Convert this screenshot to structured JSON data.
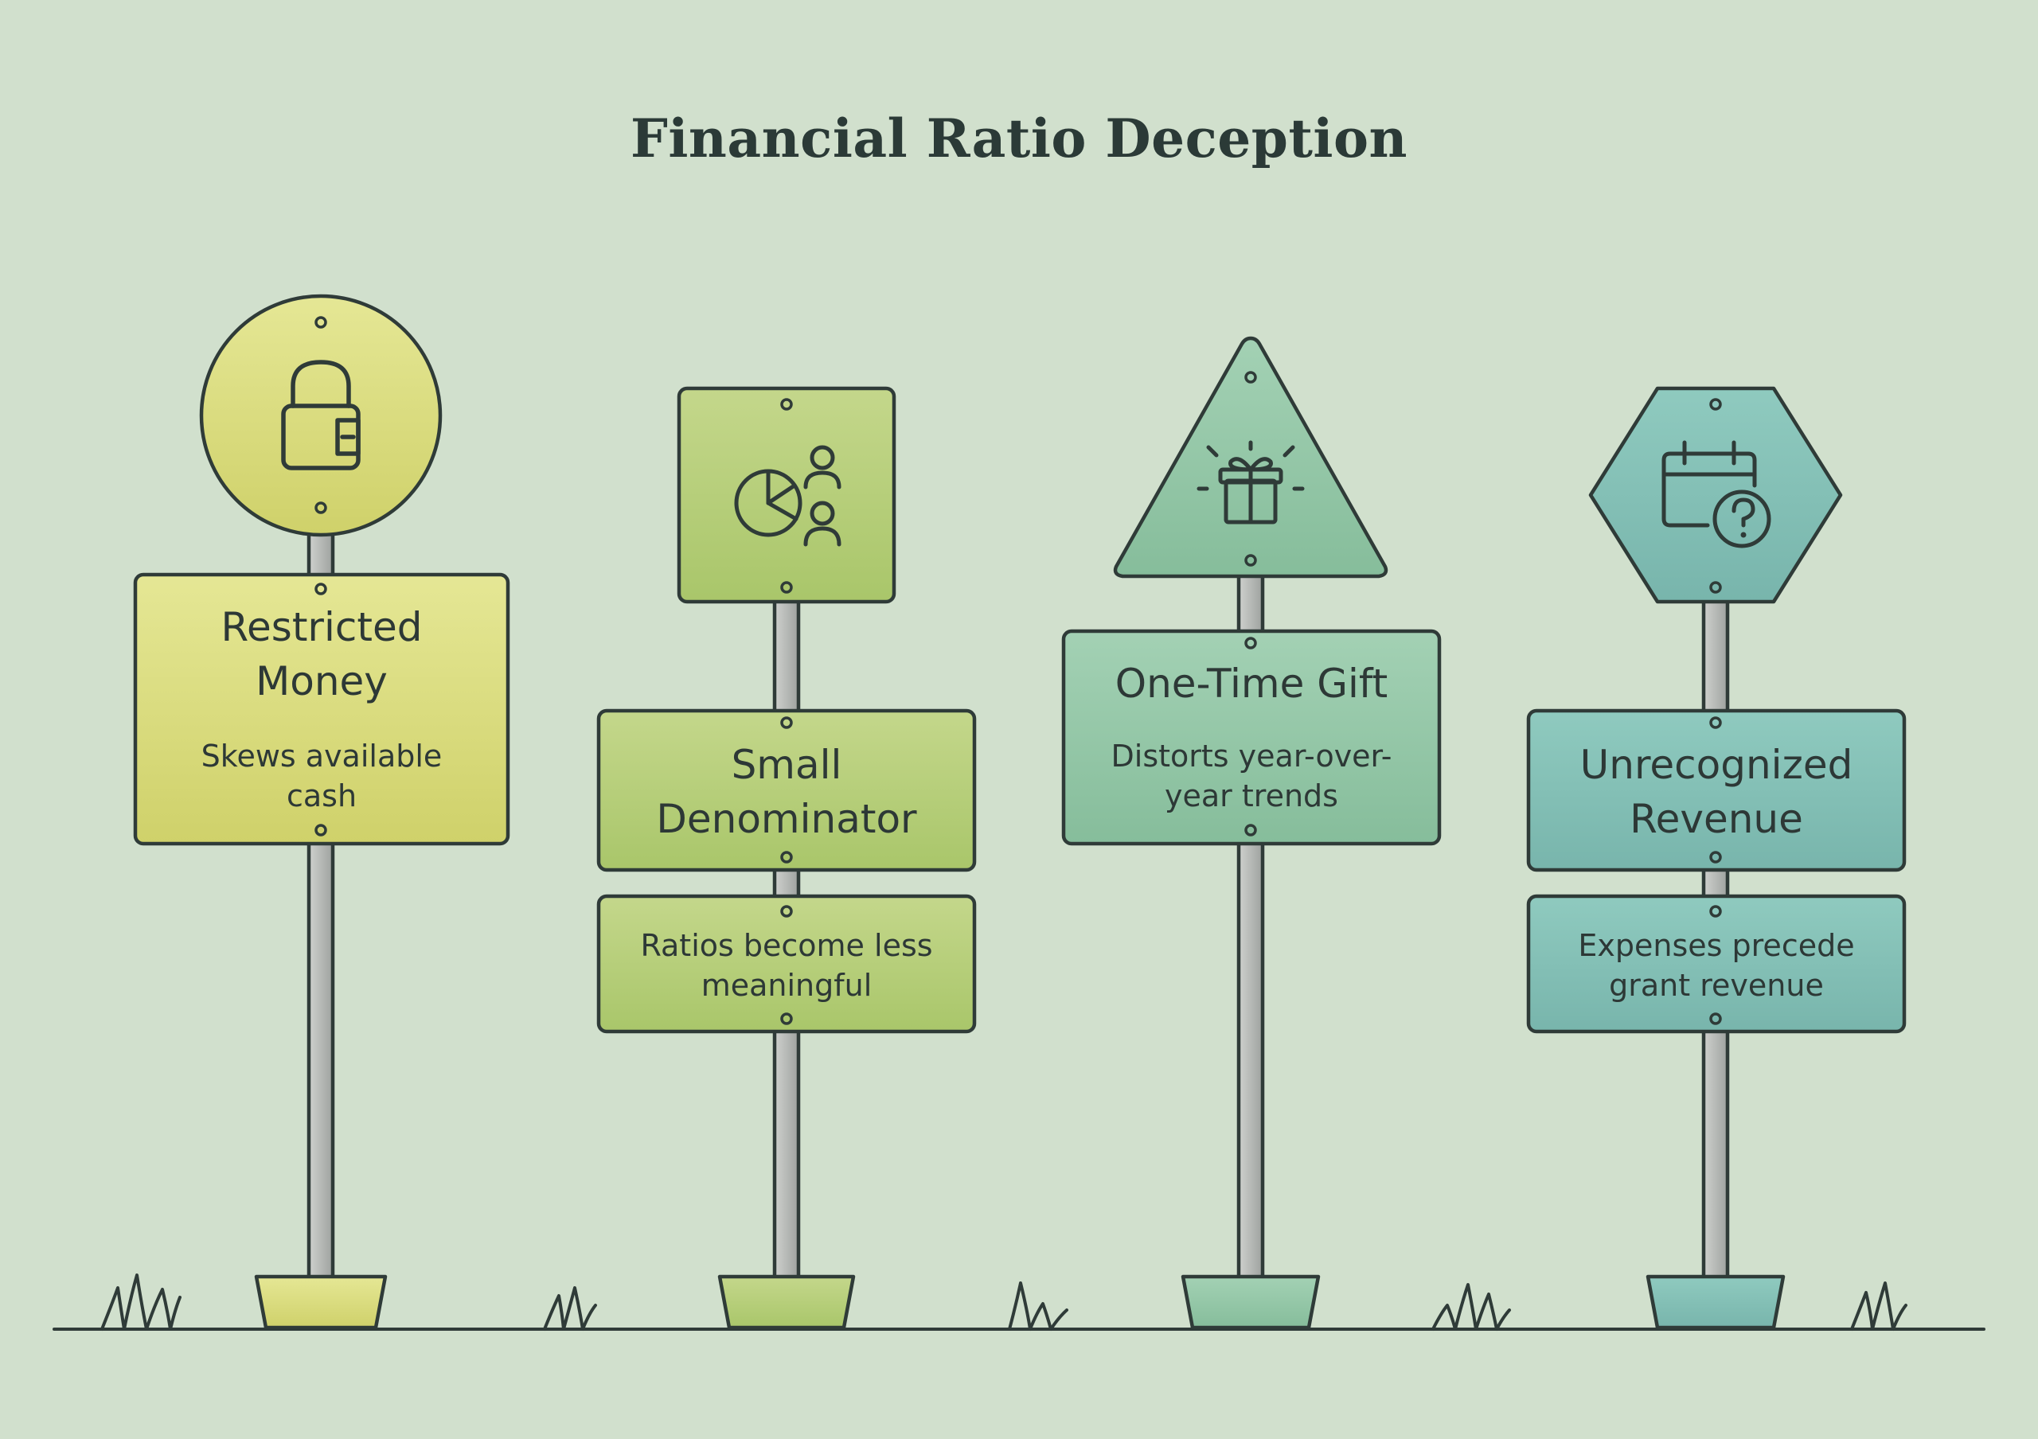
{
  "title": "Financial Ratio Deception",
  "colors": {
    "background": "#d1e0cd",
    "outline": "#2f3b38",
    "pole": "#b9bcb9",
    "yellow": "#dfe18e",
    "lime": "#b9cf7c",
    "mint": "#8fc4a5",
    "teal": "#82bfb6"
  },
  "signs": [
    {
      "heading": "Restricted Money",
      "description": "Skews available cash",
      "shape": "circle",
      "icon": "lock-icon"
    },
    {
      "heading": "Small Denominator",
      "description": "Ratios become less meaningful",
      "shape": "square",
      "icon": "pie-chart-people-icon"
    },
    {
      "heading": "One-Time Gift",
      "description": "Distorts year-over-year trends",
      "shape": "triangle",
      "icon": "gift-icon"
    },
    {
      "heading": "Unrecognized Revenue",
      "description": "Expenses precede grant revenue",
      "shape": "hexagon",
      "icon": "calendar-question-icon"
    }
  ]
}
